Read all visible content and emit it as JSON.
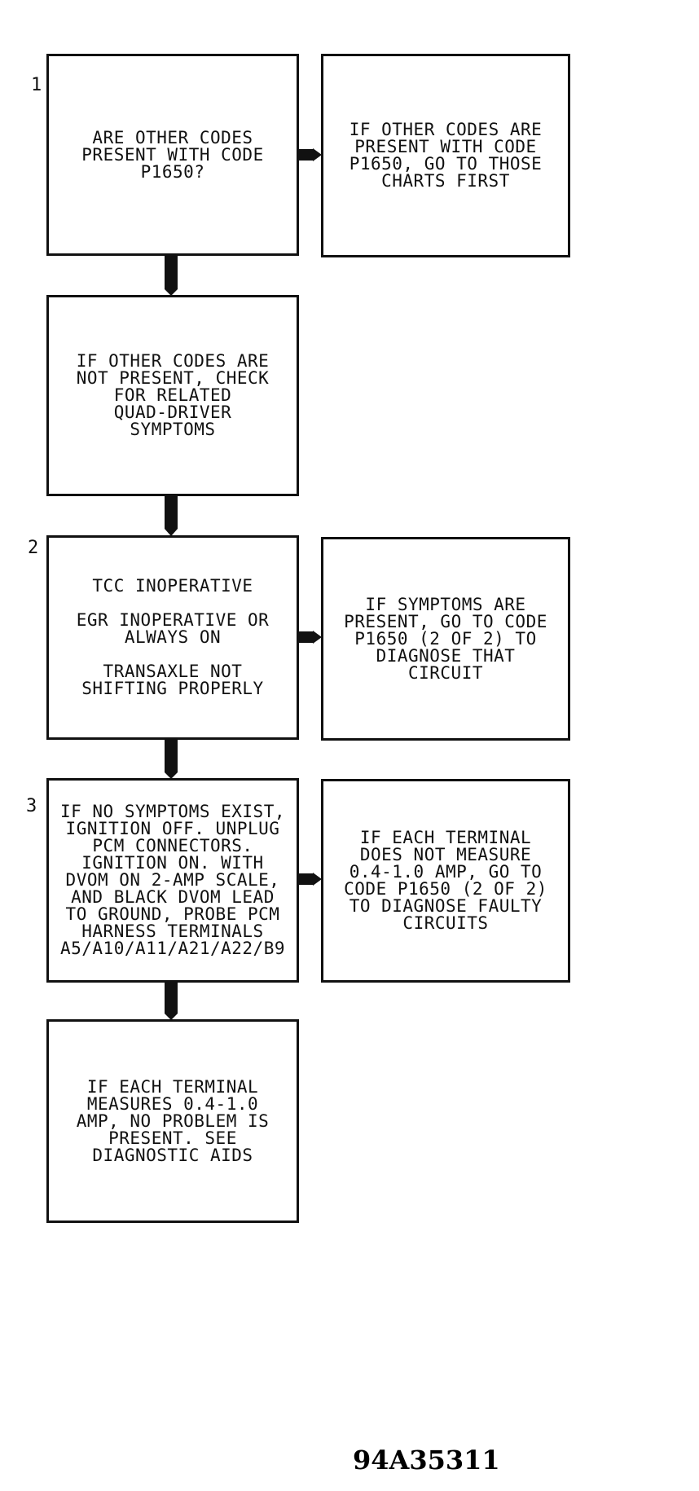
{
  "steps": {
    "s1": "1",
    "s2": "2",
    "s3": "3"
  },
  "boxes": {
    "box1_question": [
      "ARE OTHER CODES",
      "PRESENT WITH CODE",
      "P1650?"
    ],
    "box1_yes": [
      "IF OTHER CODES ARE",
      "PRESENT WITH CODE",
      "P1650, GO TO THOSE",
      "CHARTS FIRST"
    ],
    "box2_check": [
      "IF OTHER CODES ARE",
      "NOT PRESENT, CHECK",
      "FOR RELATED",
      "QUAD-DRIVER",
      "SYMPTOMS"
    ],
    "box3_symptoms": {
      "group1": [
        "TCC INOPERATIVE"
      ],
      "group2": [
        "EGR INOPERATIVE OR",
        "ALWAYS ON"
      ],
      "group3": [
        "TRANSAXLE NOT",
        "SHIFTING PROPERLY"
      ]
    },
    "box3_yes": [
      "IF SYMPTOMS ARE",
      "PRESENT, GO TO CODE",
      "P1650 (2 OF 2) TO",
      "DIAGNOSE THAT",
      "CIRCUIT"
    ],
    "box4_test": [
      "IF NO SYMPTOMS EXIST,",
      "IGNITION OFF. UNPLUG",
      "PCM CONNECTORS.",
      "IGNITION ON. WITH",
      "DVOM ON 2-AMP SCALE,",
      "AND BLACK DVOM LEAD",
      "TO GROUND, PROBE PCM",
      "HARNESS TERMINALS",
      "A5/A10/A11/A21/A22/B9"
    ],
    "box4_yes": [
      "IF EACH TERMINAL",
      "DOES NOT MEASURE",
      "0.4-1.0 AMP, GO TO",
      "CODE P1650 (2 OF 2)",
      "TO DIAGNOSE FAULTY",
      "CIRCUITS"
    ],
    "box5_result": [
      "IF EACH TERMINAL",
      "MEASURES 0.4-1.0",
      "AMP, NO PROBLEM IS",
      "PRESENT. SEE",
      "DIAGNOSTIC AIDS"
    ]
  },
  "figure_id": "94A35311"
}
